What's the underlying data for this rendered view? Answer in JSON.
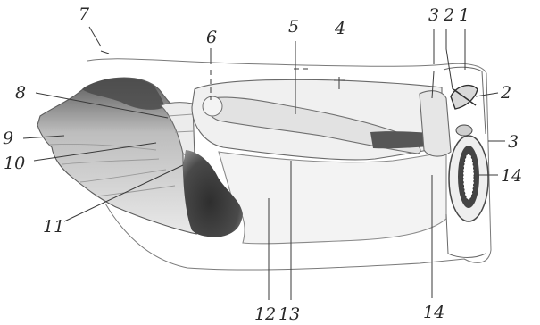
{
  "figure": {
    "labels": {
      "l7": "7",
      "l6": "6",
      "l5": "5",
      "l4": "4",
      "l3_top": "3",
      "l2_top": "2",
      "l1_top": "1",
      "l8": "8",
      "l9": "9",
      "l10": "10",
      "l11": "11",
      "l2_right": "2",
      "l3_right": "3",
      "l14_right": "14",
      "l12": "12",
      "l13": "13",
      "l14_bottom": "14"
    }
  }
}
